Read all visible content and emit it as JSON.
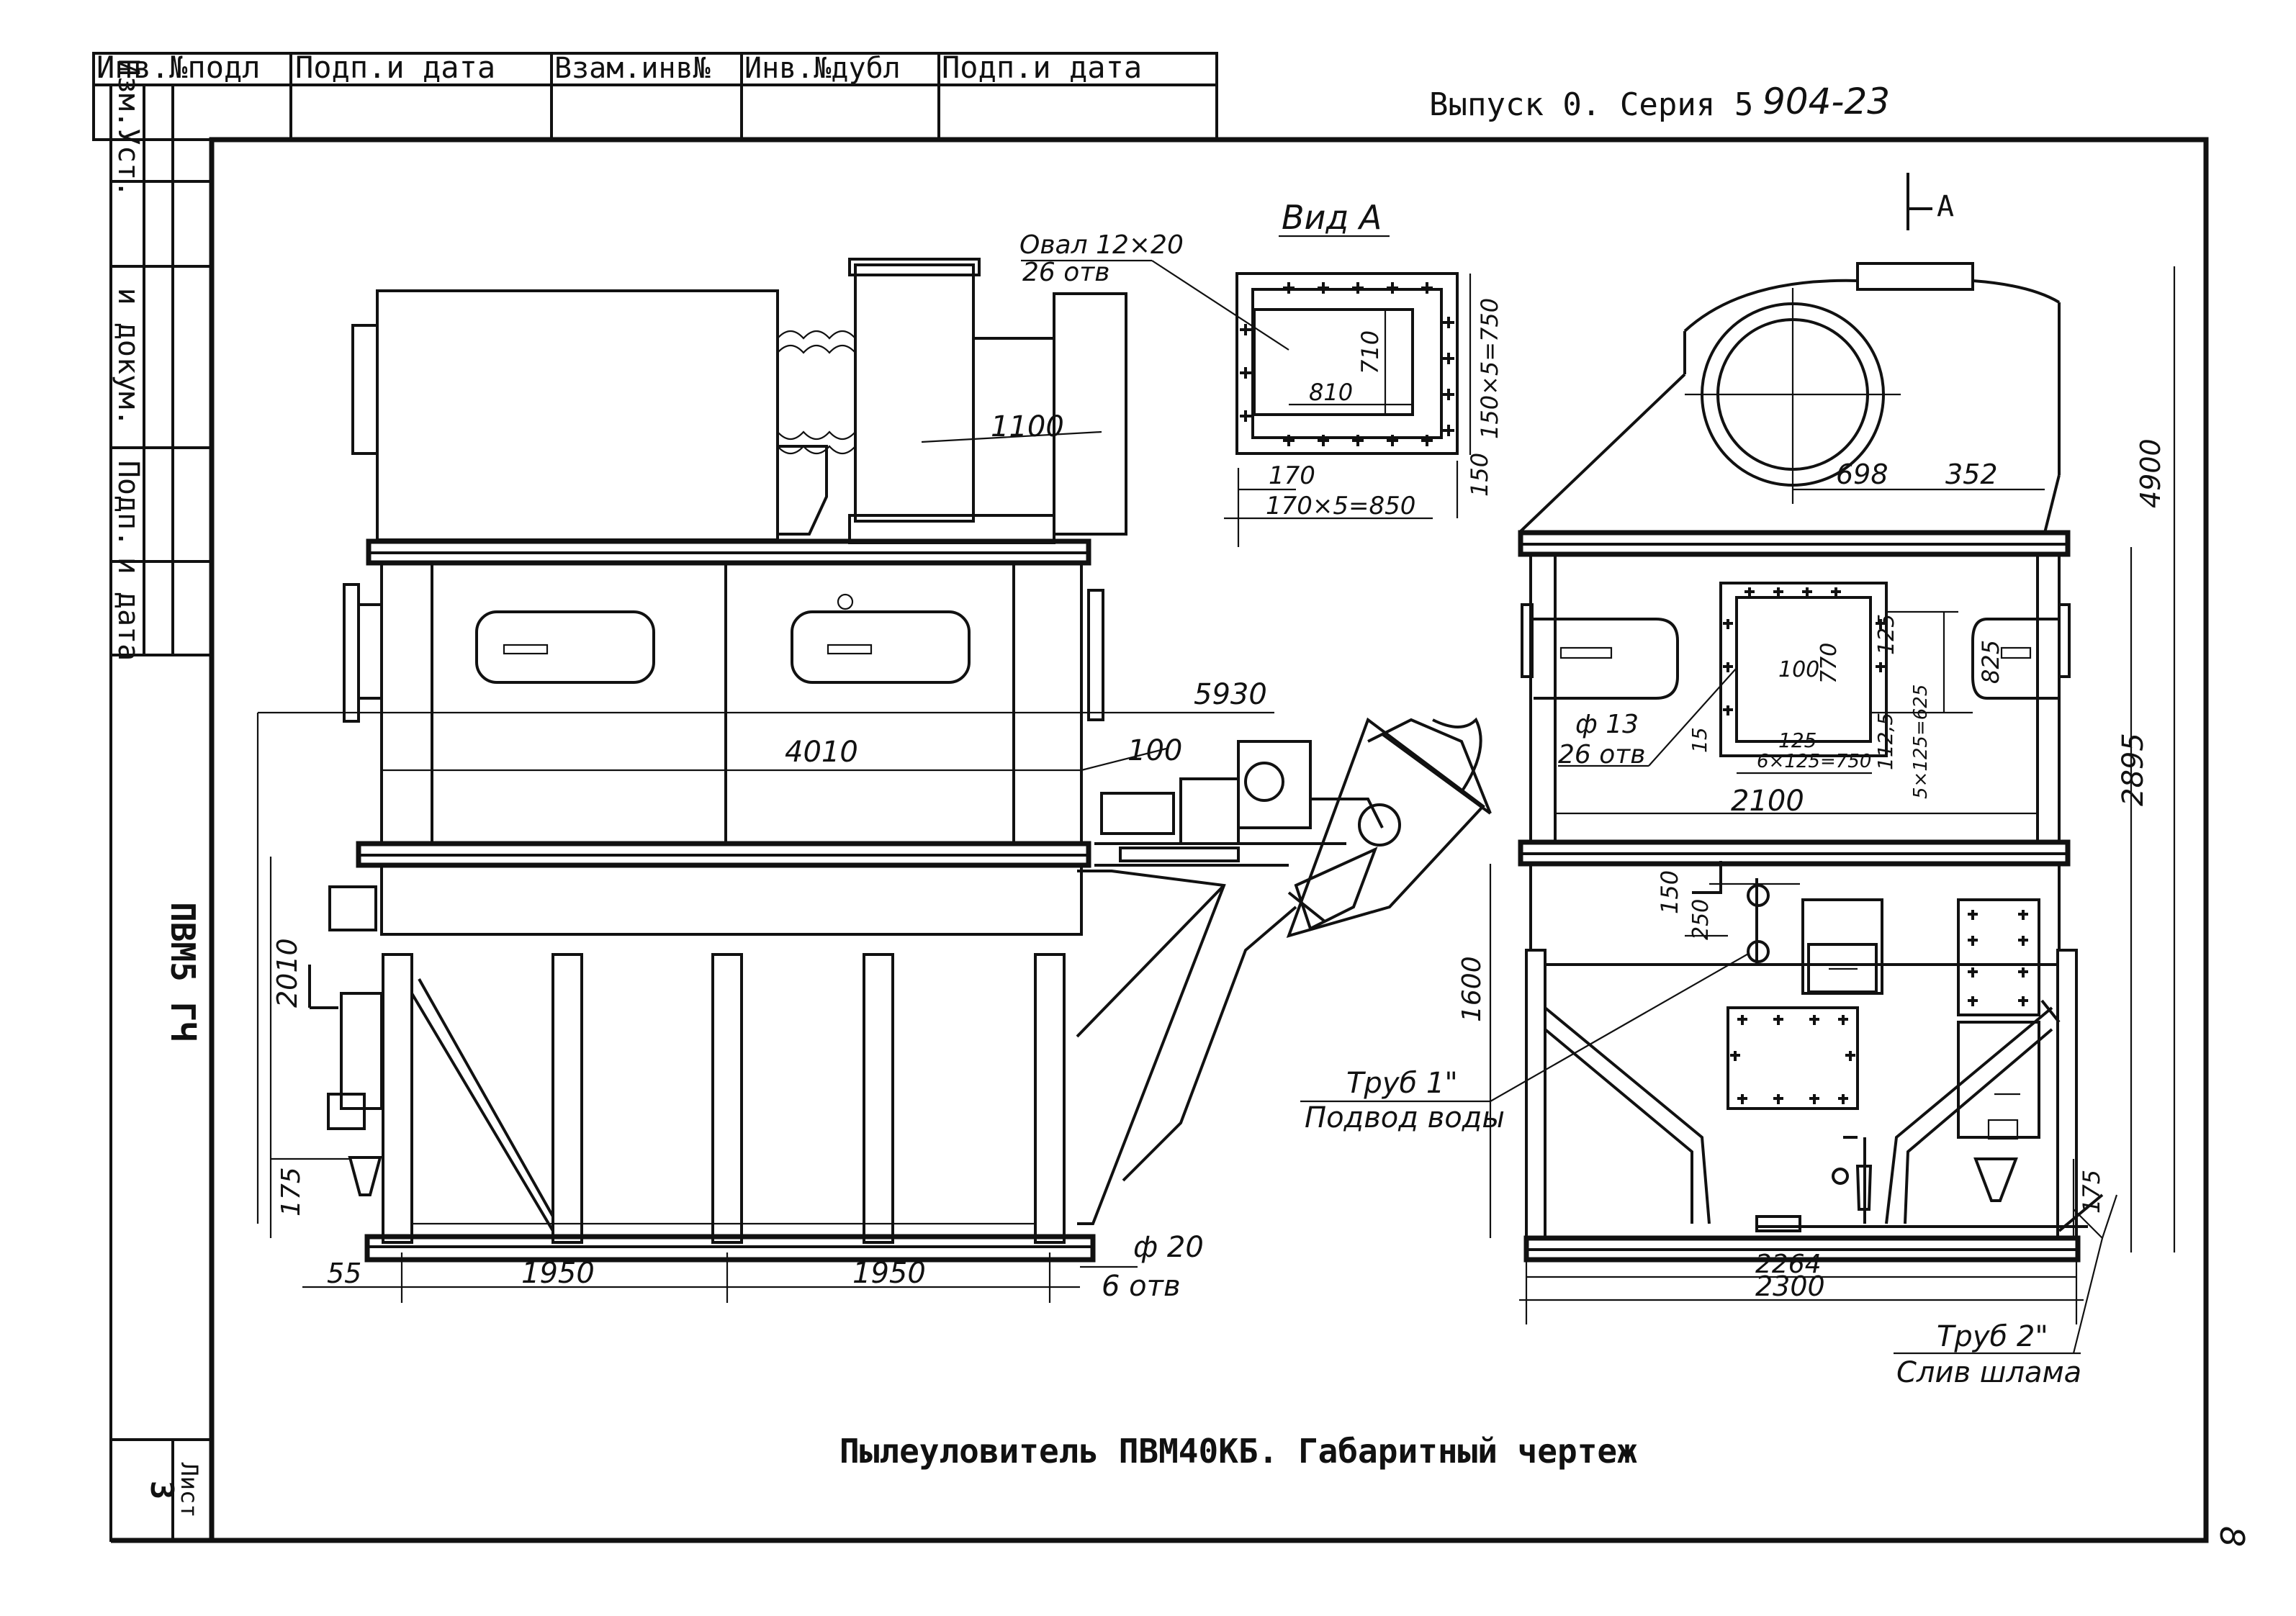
{
  "header": {
    "cells": [
      "Инв.№подл",
      "Подп.и дата",
      "Взам.инв№",
      "Инв.№дубл",
      "Подп.и дата"
    ],
    "issue": "Выпуск 0. Серия 5",
    "series_number": "904-23",
    "view_marker": "А"
  },
  "side_stamp": {
    "cells": [
      "Изм.Уст.",
      "и докум.",
      "Подп.",
      "и дата"
    ],
    "code": "ПВМ5 ГЧ",
    "sheet_label": "Лист",
    "sheet_number": "3"
  },
  "view_a": {
    "title": "Вид А",
    "holes": "Овал 12×20",
    "holes_count": "26 отв",
    "dim_inner_w": "810",
    "dim_inner_h": "710",
    "dim_side": "150×5=750",
    "dim_170": "170",
    "dim_bottom": "170×5=850",
    "dim_150": "150"
  },
  "front_view": {
    "dim_1100": "1100",
    "dim_5930": "5930",
    "dim_4010": "4010",
    "dim_100": "100",
    "dim_2010": "2010",
    "dim_175": "175",
    "dim_55": "55",
    "dim_1950_a": "1950",
    "dim_1950_b": "1950",
    "bolt_holes": "ф 20",
    "bolt_holes_count": "6 отв"
  },
  "side_view": {
    "dim_698": "698",
    "dim_352": "352",
    "dim_4900": "4900",
    "dim_2895": "2895",
    "dim_100": "100",
    "dim_770": "770",
    "dim_125": "125",
    "dim_825": "825",
    "hole_dia": "ф 13",
    "hole_count": "26 отв",
    "dim_15": "15",
    "dim_125b": "125",
    "dim_row": "6×125=750",
    "dim_1125": "112,5",
    "dim_col": "5×125=625",
    "dim_2100": "2100",
    "dim_150": "150",
    "dim_250": "250",
    "dim_1600": "1600",
    "pipe_water_1": "Труб 1\"",
    "pipe_water_2": "Подвод воды",
    "dim_175": "175",
    "dim_2264": "2264",
    "dim_2300": "2300",
    "pipe_sludge_1": "Труб 2\"",
    "pipe_sludge_2": "Слив шлама"
  },
  "caption": "Пылеуловитель ПВМ40КБ. Габаритный чертеж",
  "page_mark": "8"
}
